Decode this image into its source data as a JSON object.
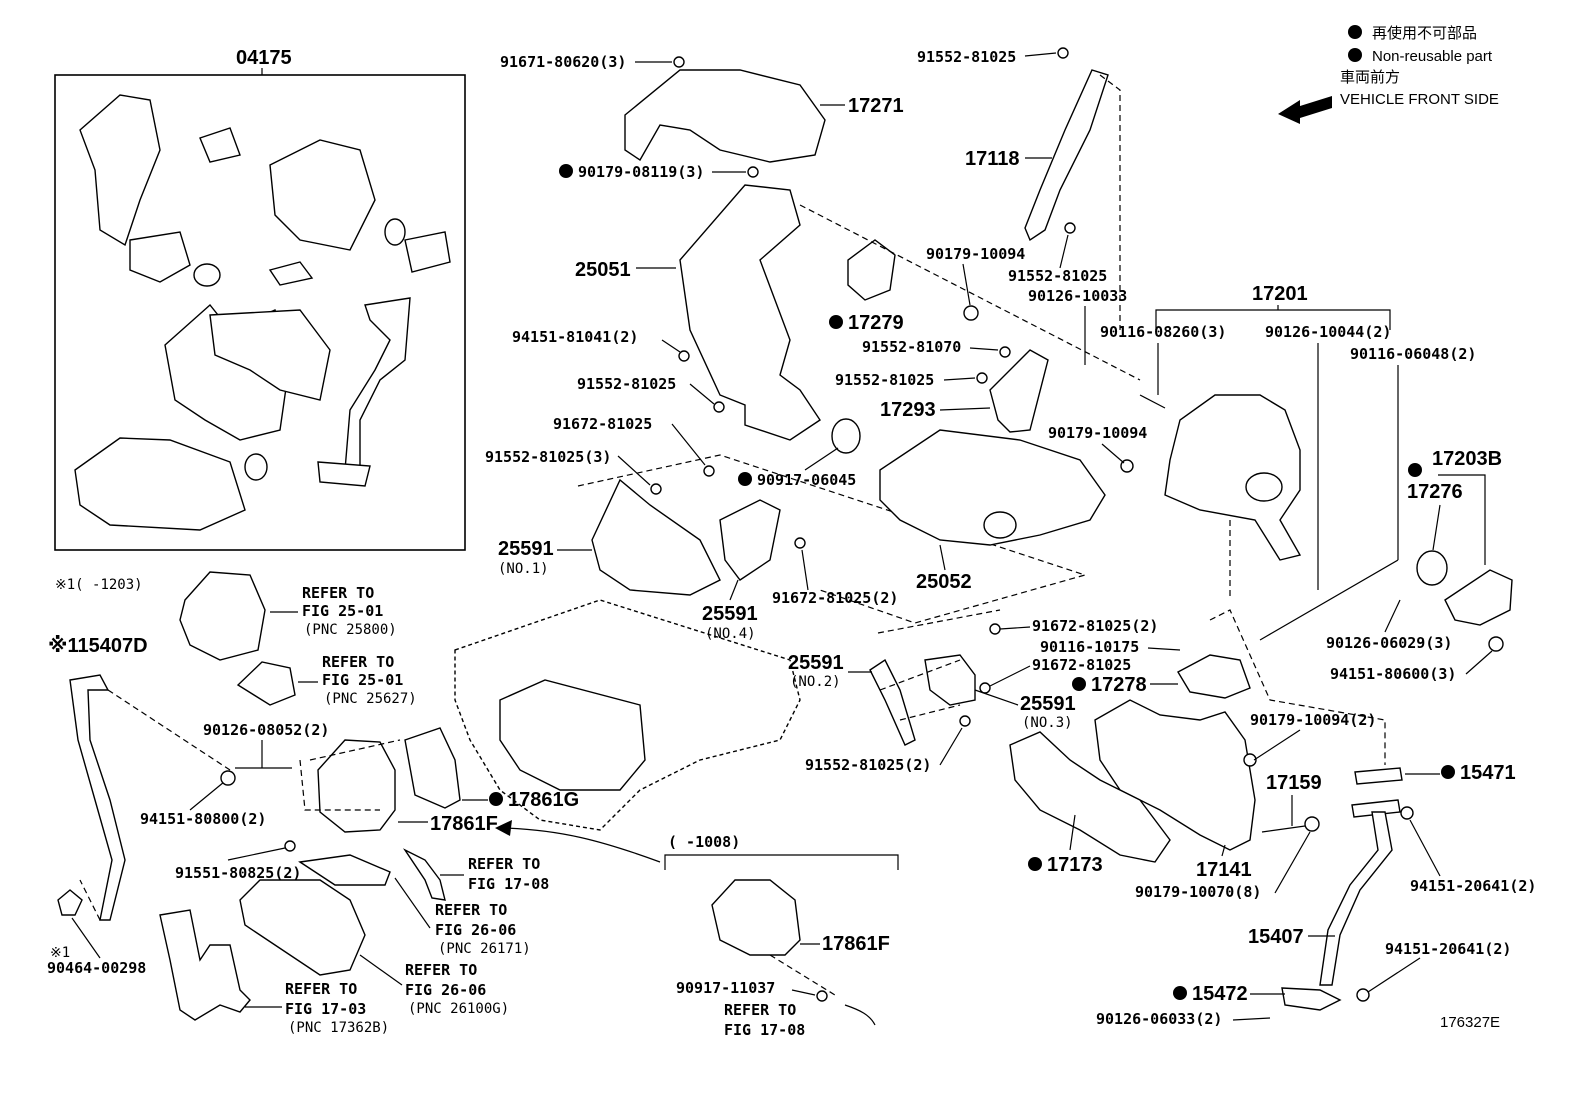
{
  "legend": {
    "non_reusable_jp": "再使用不可部品",
    "non_reusable_en": "Non-reusable part",
    "front_jp": "車両前方",
    "front_en": "VEHICLE FRONT SIDE"
  },
  "figure_number": "176327E",
  "labels": {
    "p04175": "04175",
    "p91671_80620": "91671-80620(3)",
    "p17271": "17271",
    "p90179_08119": "90179-08119(3)",
    "p25051": "25051",
    "p17279": "17279",
    "p94151_81041": "94151-81041(2)",
    "p91552_81025_a": "91552-81025",
    "p91672_81025_a": "91672-81025",
    "p91552_81025_3": "91552-81025(3)",
    "p90917_06045": "90917-06045",
    "p25591_no1": "25591",
    "no1": "(NO.1)",
    "p25591_no4": "25591",
    "no4": "(NO.4)",
    "p91672_81025_2a": "91672-81025(2)",
    "p25052": "25052",
    "p91552_81025_top": "91552-81025",
    "p17118": "17118",
    "p90179_10094_a": "90179-10094",
    "p91552_81025_b": "91552-81025",
    "p90126_10033": "90126-10033",
    "p91552_81070": "91552-81070",
    "p91552_81025_c": "91552-81025",
    "p17293": "17293",
    "p90179_10094_b": "90179-10094",
    "p17201": "17201",
    "p90116_08260": "90116-08260(3)",
    "p90126_10044": "90126-10044(2)",
    "p90116_06048": "90116-06048(2)",
    "p17203B": "17203B",
    "p17276": "17276",
    "p90126_06029": "90126-06029(3)",
    "p94151_80600": "94151-80600(3)",
    "p91672_81025_2b": "91672-81025(2)",
    "p90116_10175": "90116-10175",
    "p91672_81025_b": "91672-81025",
    "p25591_no2": "25591",
    "no2": "(NO.2)",
    "p25591_no3": "25591",
    "no3": "(NO.3)",
    "p17278": "17278",
    "p91552_81025_2": "91552-81025(2)",
    "p90179_10094_2": "90179-10094(2)",
    "p17159": "17159",
    "p15471": "15471",
    "p17173": "17173",
    "p17141": "17141",
    "p90179_10070": "90179-10070(8)",
    "p94151_20641_a": "94151-20641(2)",
    "p15407": "15407",
    "p94151_20641_b": "94151-20641(2)",
    "p15472": "15472",
    "p90126_06033": "90126-06033(2)",
    "note1_range": "※1(    -1203)",
    "refer_25_01_a1": "REFER TO",
    "refer_25_01_a2": "FIG 25-01",
    "refer_25_01_a3": "(PNC 25800)",
    "refer_25_01_b1": "REFER TO",
    "refer_25_01_b2": "FIG 25-01",
    "refer_25_01_b3": "(PNC 25627)",
    "p15407D": "※115407D",
    "p90126_08052": "90126-08052(2)",
    "p94151_80800": "94151-80800(2)",
    "p17861G": "17861G",
    "p17861F_a": "17861F",
    "p91551_80825": "91551-80825(2)",
    "refer_17_08_a1": "REFER TO",
    "refer_17_08_a2": "FIG 17-08",
    "refer_26_06_a1": "REFER TO",
    "refer_26_06_a2": "FIG 26-06",
    "refer_26_06_a3": "(PNC 26171)",
    "refer_26_06_b1": "REFER TO",
    "refer_26_06_b2": "FIG 26-06",
    "refer_26_06_b3": "(PNC 26100G)",
    "refer_17_03_1": "REFER TO",
    "refer_17_03_2": "FIG 17-03",
    "refer_17_03_3": "(PNC 17362B)",
    "note1_mark": "※1",
    "p90464_00298": "90464-00298",
    "range_1008": "(    -1008)",
    "p17861F_b": "17861F",
    "p90917_11037": "90917-11037",
    "refer_17_08_b1": "REFER TO",
    "refer_17_08_b2": "FIG 17-08"
  }
}
